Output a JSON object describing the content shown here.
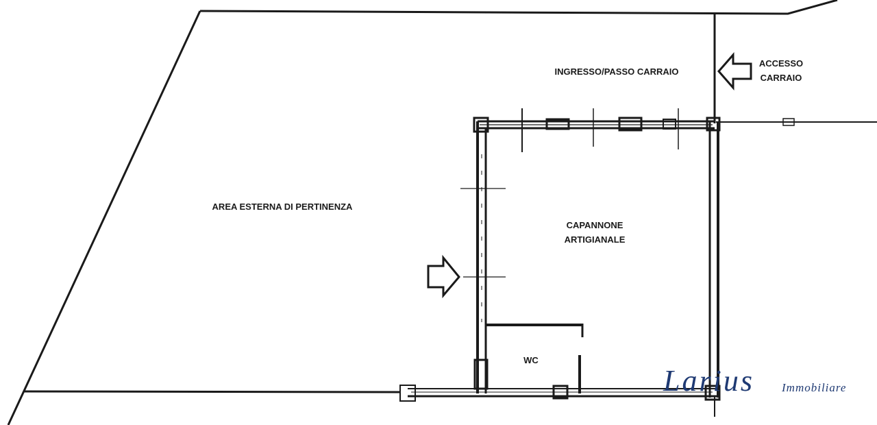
{
  "labels": {
    "ingresso": "INGRESSO/PASSO CARRAIO",
    "accesso_line1": "ACCESSO",
    "accesso_line2": "CARRAIO",
    "area_esterna": "AREA ESTERNA DI PERTINENZA",
    "capannone_line1": "CAPANNONE",
    "capannone_line2": "ARTIGIANALE",
    "wc": "WC"
  },
  "logo": {
    "name": "Larius",
    "sub": "Immobiliare"
  },
  "icons": {
    "vehicle_access": "arrow-left-icon",
    "pedestrian_entrance": "arrow-right-icon"
  },
  "colors": {
    "ink": "#1a1a1a",
    "logo": "#1f3a73"
  }
}
